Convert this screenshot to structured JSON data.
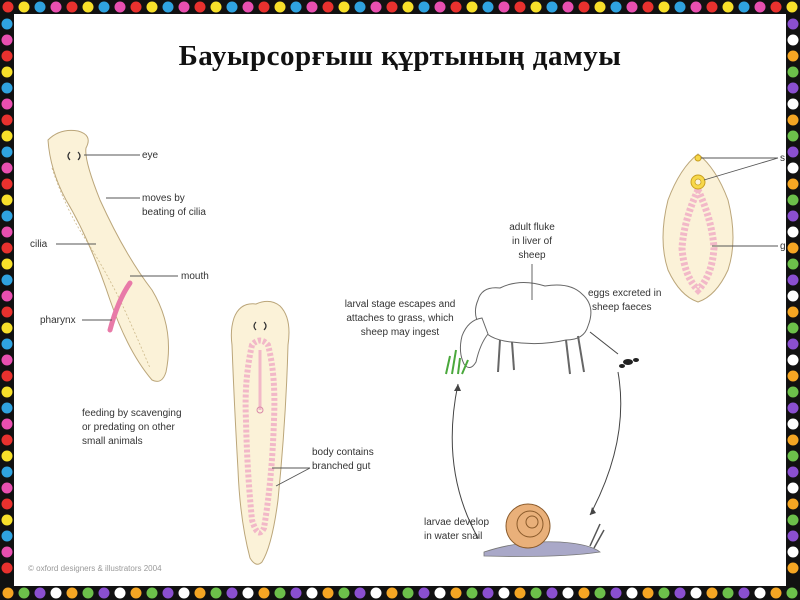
{
  "title": "Бауырсорғыш құртының дамуы",
  "planarian": {
    "eye": "eye",
    "moves_line1": "moves by",
    "moves_line2": "beating of cilia",
    "cilia": "cilia",
    "mouth": "mouth",
    "pharynx": "pharynx",
    "feeding_line1": "feeding by scavenging",
    "feeding_line2": "or predating on other",
    "feeding_line3": "small animals"
  },
  "gut_worm": {
    "body_line1": "body contains",
    "body_line2": "branched gut"
  },
  "life_cycle": {
    "adult_line1": "adult fluke",
    "adult_line2": "in liver of",
    "adult_line3": "sheep",
    "larval_line1": "larval stage escapes and",
    "larval_line2": "attaches to grass, which",
    "larval_line3": "sheep may ingest",
    "eggs_line1": "eggs excreted in",
    "eggs_line2": "sheep faeces",
    "snail_line1": "larvae develop",
    "snail_line2": "in water snail"
  },
  "fluke": {
    "label_top": "s",
    "label_mid": "g"
  },
  "copyright": "© oxford designers & illustrators 2004",
  "colors": {
    "worm_fill": "#fbf2d8",
    "gut_pink": "#f2b8c8",
    "pharynx": "#e87aa8",
    "bead_colors": [
      "#e8312e",
      "#f5a623",
      "#f7e02a",
      "#6cc04a",
      "#2fa3e0",
      "#8a4fd0",
      "#e84fb0",
      "#ffffff"
    ]
  }
}
